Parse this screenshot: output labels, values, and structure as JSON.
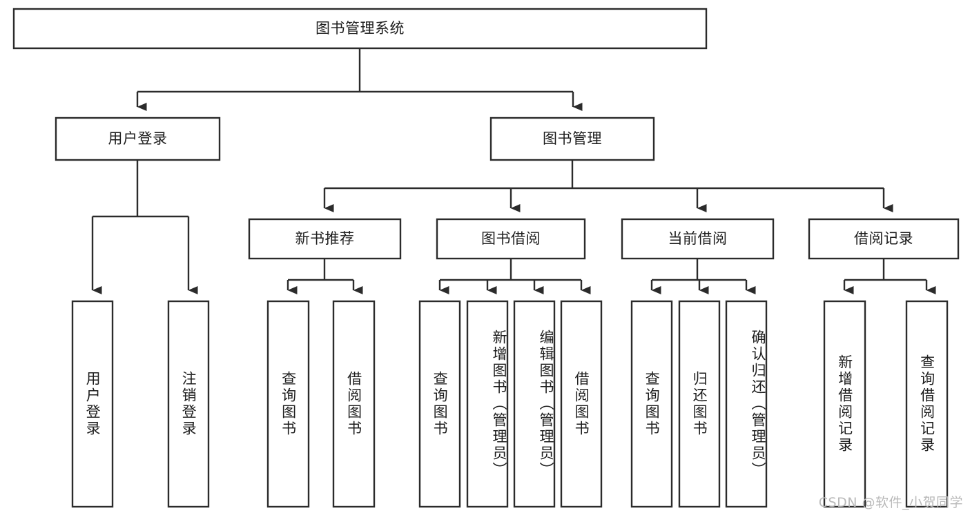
{
  "diagram": {
    "type": "tree-hierarchy-diagram",
    "title": "图书管理系统",
    "orientation": "top-down",
    "colors": {
      "stroke": "#2b2b2b",
      "fill": "#ffffff",
      "text": "#1d1d1d",
      "background": "#ffffff",
      "watermark": "#b9b9b9"
    },
    "root": {
      "label": "图书管理系统"
    },
    "level2": [
      {
        "id": "user-login",
        "label": "用户登录"
      },
      {
        "id": "book-management",
        "label": "图书管理"
      }
    ],
    "level3": [
      {
        "id": "new-book-recommend",
        "label": "新书推荐",
        "parent": "book-management"
      },
      {
        "id": "book-borrow",
        "label": "图书借阅",
        "parent": "book-management"
      },
      {
        "id": "current-borrow",
        "label": "当前借阅",
        "parent": "book-management"
      },
      {
        "id": "borrow-record",
        "label": "借阅记录",
        "parent": "book-management"
      }
    ],
    "leaves": {
      "user-login": [
        {
          "id": "leaf-user-login",
          "label": "用户登录"
        },
        {
          "id": "leaf-logout-login",
          "label": "注销登录"
        }
      ],
      "new-book-recommend": [
        {
          "id": "leaf-query-book-1",
          "label": "查询图书"
        },
        {
          "id": "leaf-borrow-book-1",
          "label": "借阅图书"
        }
      ],
      "book-borrow": [
        {
          "id": "leaf-query-book-2",
          "label": "查询图书"
        },
        {
          "id": "leaf-add-book",
          "label": "新增图书（管理员）"
        },
        {
          "id": "leaf-edit-book",
          "label": "编辑图书（管理员）"
        },
        {
          "id": "leaf-borrow-book-2",
          "label": "借阅图书"
        }
      ],
      "current-borrow": [
        {
          "id": "leaf-query-book-3",
          "label": "查询图书"
        },
        {
          "id": "leaf-return-book",
          "label": "归还图书"
        },
        {
          "id": "leaf-confirm-return",
          "label": "确认归还（管理员）"
        }
      ],
      "borrow-record": [
        {
          "id": "leaf-add-record",
          "label": "新增借阅记录"
        },
        {
          "id": "leaf-query-record",
          "label": "查询借阅记录"
        }
      ]
    }
  },
  "watermark": {
    "text": "CSDN @软件_小贺同学"
  }
}
